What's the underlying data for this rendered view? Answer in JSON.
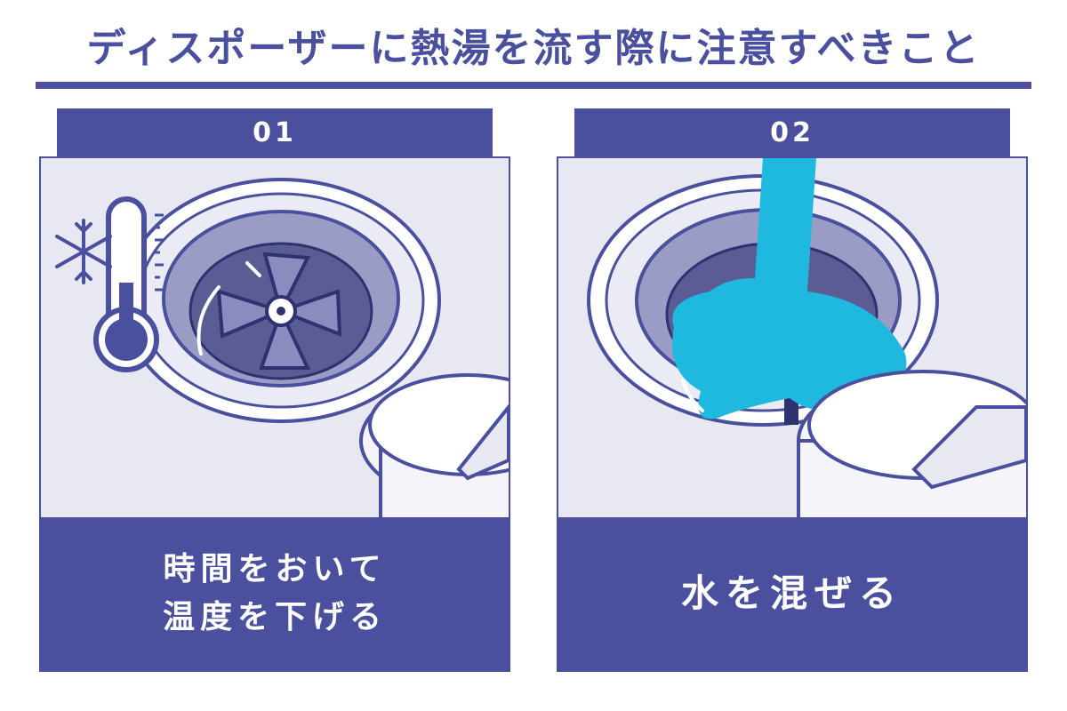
{
  "title": "ディスポーザーに熱湯を流す際に注意すべきこと",
  "cards": [
    {
      "number": "01",
      "caption_lines": [
        "時間をおいて",
        "温度を下げる"
      ],
      "icons": [
        "disposer-sink-icon",
        "cold-thermometer-icon",
        "snowflake-icon"
      ]
    },
    {
      "number": "02",
      "caption_lines": [
        "水を混ぜる"
      ],
      "icons": [
        "disposer-sink-icon",
        "water-stream-icon"
      ]
    }
  ],
  "colors": {
    "accent": "#4a4f9e",
    "light_panel": "#e8e8f3",
    "drain_dark": "#5a5c93",
    "water": "#1fb9e0",
    "white": "#ffffff"
  }
}
